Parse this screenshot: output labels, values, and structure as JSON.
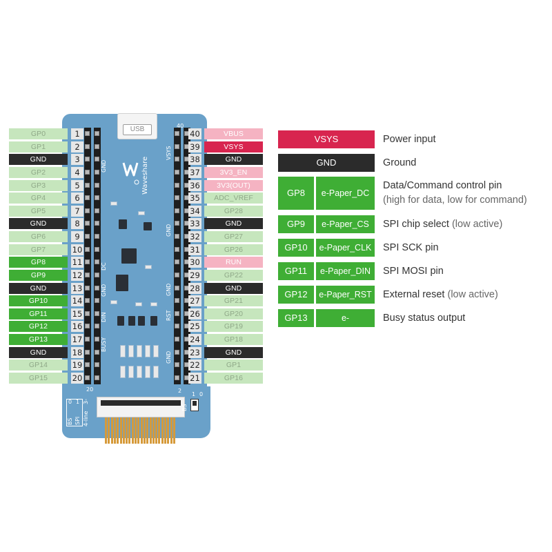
{
  "board": {
    "usb_label": "USB",
    "brand": "Waveshare",
    "silk_left": [
      "GND",
      "DC",
      "GND",
      "DIN",
      "BUSY"
    ],
    "silk_right": [
      "VSYS",
      "GND",
      "GND",
      "RST",
      "GND"
    ],
    "silk_top_right_num": "40",
    "silk_bottom_left_num": "20",
    "silk_bottom_right_num": "2",
    "bs_label": "BS",
    "spi_label": "SPI",
    "four_line": "4-line",
    "three_line": "3-",
    "bs_switch_label": "BS",
    "bs_one": "1",
    "bs_zero": "0",
    "bs_right_label": "BS"
  },
  "left_pins": [
    {
      "num": "1",
      "label": "GP0",
      "style": "lgreen"
    },
    {
      "num": "2",
      "label": "GP1",
      "style": "lgreen"
    },
    {
      "num": "3",
      "label": "GND",
      "style": "gnd"
    },
    {
      "num": "4",
      "label": "GP2",
      "style": "lgreen"
    },
    {
      "num": "5",
      "label": "GP3",
      "style": "lgreen"
    },
    {
      "num": "6",
      "label": "GP4",
      "style": "lgreen"
    },
    {
      "num": "7",
      "label": "GP5",
      "style": "lgreen"
    },
    {
      "num": "8",
      "label": "GND",
      "style": "gnd"
    },
    {
      "num": "9",
      "label": "GP6",
      "style": "lgreen"
    },
    {
      "num": "10",
      "label": "GP7",
      "style": "lgreen"
    },
    {
      "num": "11",
      "label": "GP8",
      "style": "green"
    },
    {
      "num": "12",
      "label": "GP9",
      "style": "green"
    },
    {
      "num": "13",
      "label": "GND",
      "style": "gnd"
    },
    {
      "num": "14",
      "label": "GP10",
      "style": "green"
    },
    {
      "num": "15",
      "label": "GP11",
      "style": "green"
    },
    {
      "num": "16",
      "label": "GP12",
      "style": "green"
    },
    {
      "num": "17",
      "label": "GP13",
      "style": "green"
    },
    {
      "num": "18",
      "label": "GND",
      "style": "gnd"
    },
    {
      "num": "19",
      "label": "GP14",
      "style": "lgreen"
    },
    {
      "num": "20",
      "label": "GP15",
      "style": "lgreen"
    }
  ],
  "right_pins": [
    {
      "num": "40",
      "label": "VBUS",
      "style": "lpink"
    },
    {
      "num": "39",
      "label": "VSYS",
      "style": "red"
    },
    {
      "num": "38",
      "label": "GND",
      "style": "gnd"
    },
    {
      "num": "37",
      "label": "3V3_EN",
      "style": "lpink"
    },
    {
      "num": "36",
      "label": "3V3(OUT)",
      "style": "lpink"
    },
    {
      "num": "35",
      "label": "ADC_VREF",
      "style": "lgreen"
    },
    {
      "num": "34",
      "label": "GP28",
      "style": "lgreen"
    },
    {
      "num": "33",
      "label": "GND",
      "style": "gnd"
    },
    {
      "num": "32",
      "label": "GP27",
      "style": "lgreen"
    },
    {
      "num": "31",
      "label": "GP26",
      "style": "lgreen"
    },
    {
      "num": "30",
      "label": "RUN",
      "style": "lpink"
    },
    {
      "num": "29",
      "label": "GP22",
      "style": "lgreen"
    },
    {
      "num": "28",
      "label": "GND",
      "style": "gnd"
    },
    {
      "num": "27",
      "label": "GP21",
      "style": "lgreen"
    },
    {
      "num": "26",
      "label": "GP20",
      "style": "lgreen"
    },
    {
      "num": "25",
      "label": "GP19",
      "style": "lgreen"
    },
    {
      "num": "24",
      "label": "GP18",
      "style": "lgreen"
    },
    {
      "num": "23",
      "label": "GND",
      "style": "gnd"
    },
    {
      "num": "22",
      "label": "GP1",
      "style": "lgreen"
    },
    {
      "num": "21",
      "label": "GP16",
      "style": "lgreen"
    }
  ],
  "legend": {
    "vsys": {
      "box": "VSYS",
      "desc": "Power input"
    },
    "gnd": {
      "box": "GND",
      "desc": "Ground"
    },
    "rows": [
      {
        "gp": "GP8",
        "fn": "e-Paper_DC",
        "desc": "Data/Command control pin",
        "note": "(high for data, low for command)"
      },
      {
        "gp": "GP9",
        "fn": "e-Paper_CS",
        "desc": "SPI chip select",
        "note": "(low active)"
      },
      {
        "gp": "GP10",
        "fn": "e-Paper_CLK",
        "desc": "SPI  SCK pin",
        "note": ""
      },
      {
        "gp": "GP11",
        "fn": "e-Paper_DIN",
        "desc": "SPI MOSI pin",
        "note": ""
      },
      {
        "gp": "GP12",
        "fn": "e-Paper_RST",
        "desc": "External reset",
        "note": "(low active)"
      },
      {
        "gp": "GP13",
        "fn": "e-Paper_BUSY",
        "desc": "Busy status output",
        "note": ""
      }
    ]
  },
  "colors": {
    "light_green": "#c6e6bd",
    "green": "#3fae35",
    "gnd": "#2b2b2b",
    "light_pink": "#f5b3c2",
    "red": "#d8254f",
    "board_blue": "#6aa1c9"
  }
}
